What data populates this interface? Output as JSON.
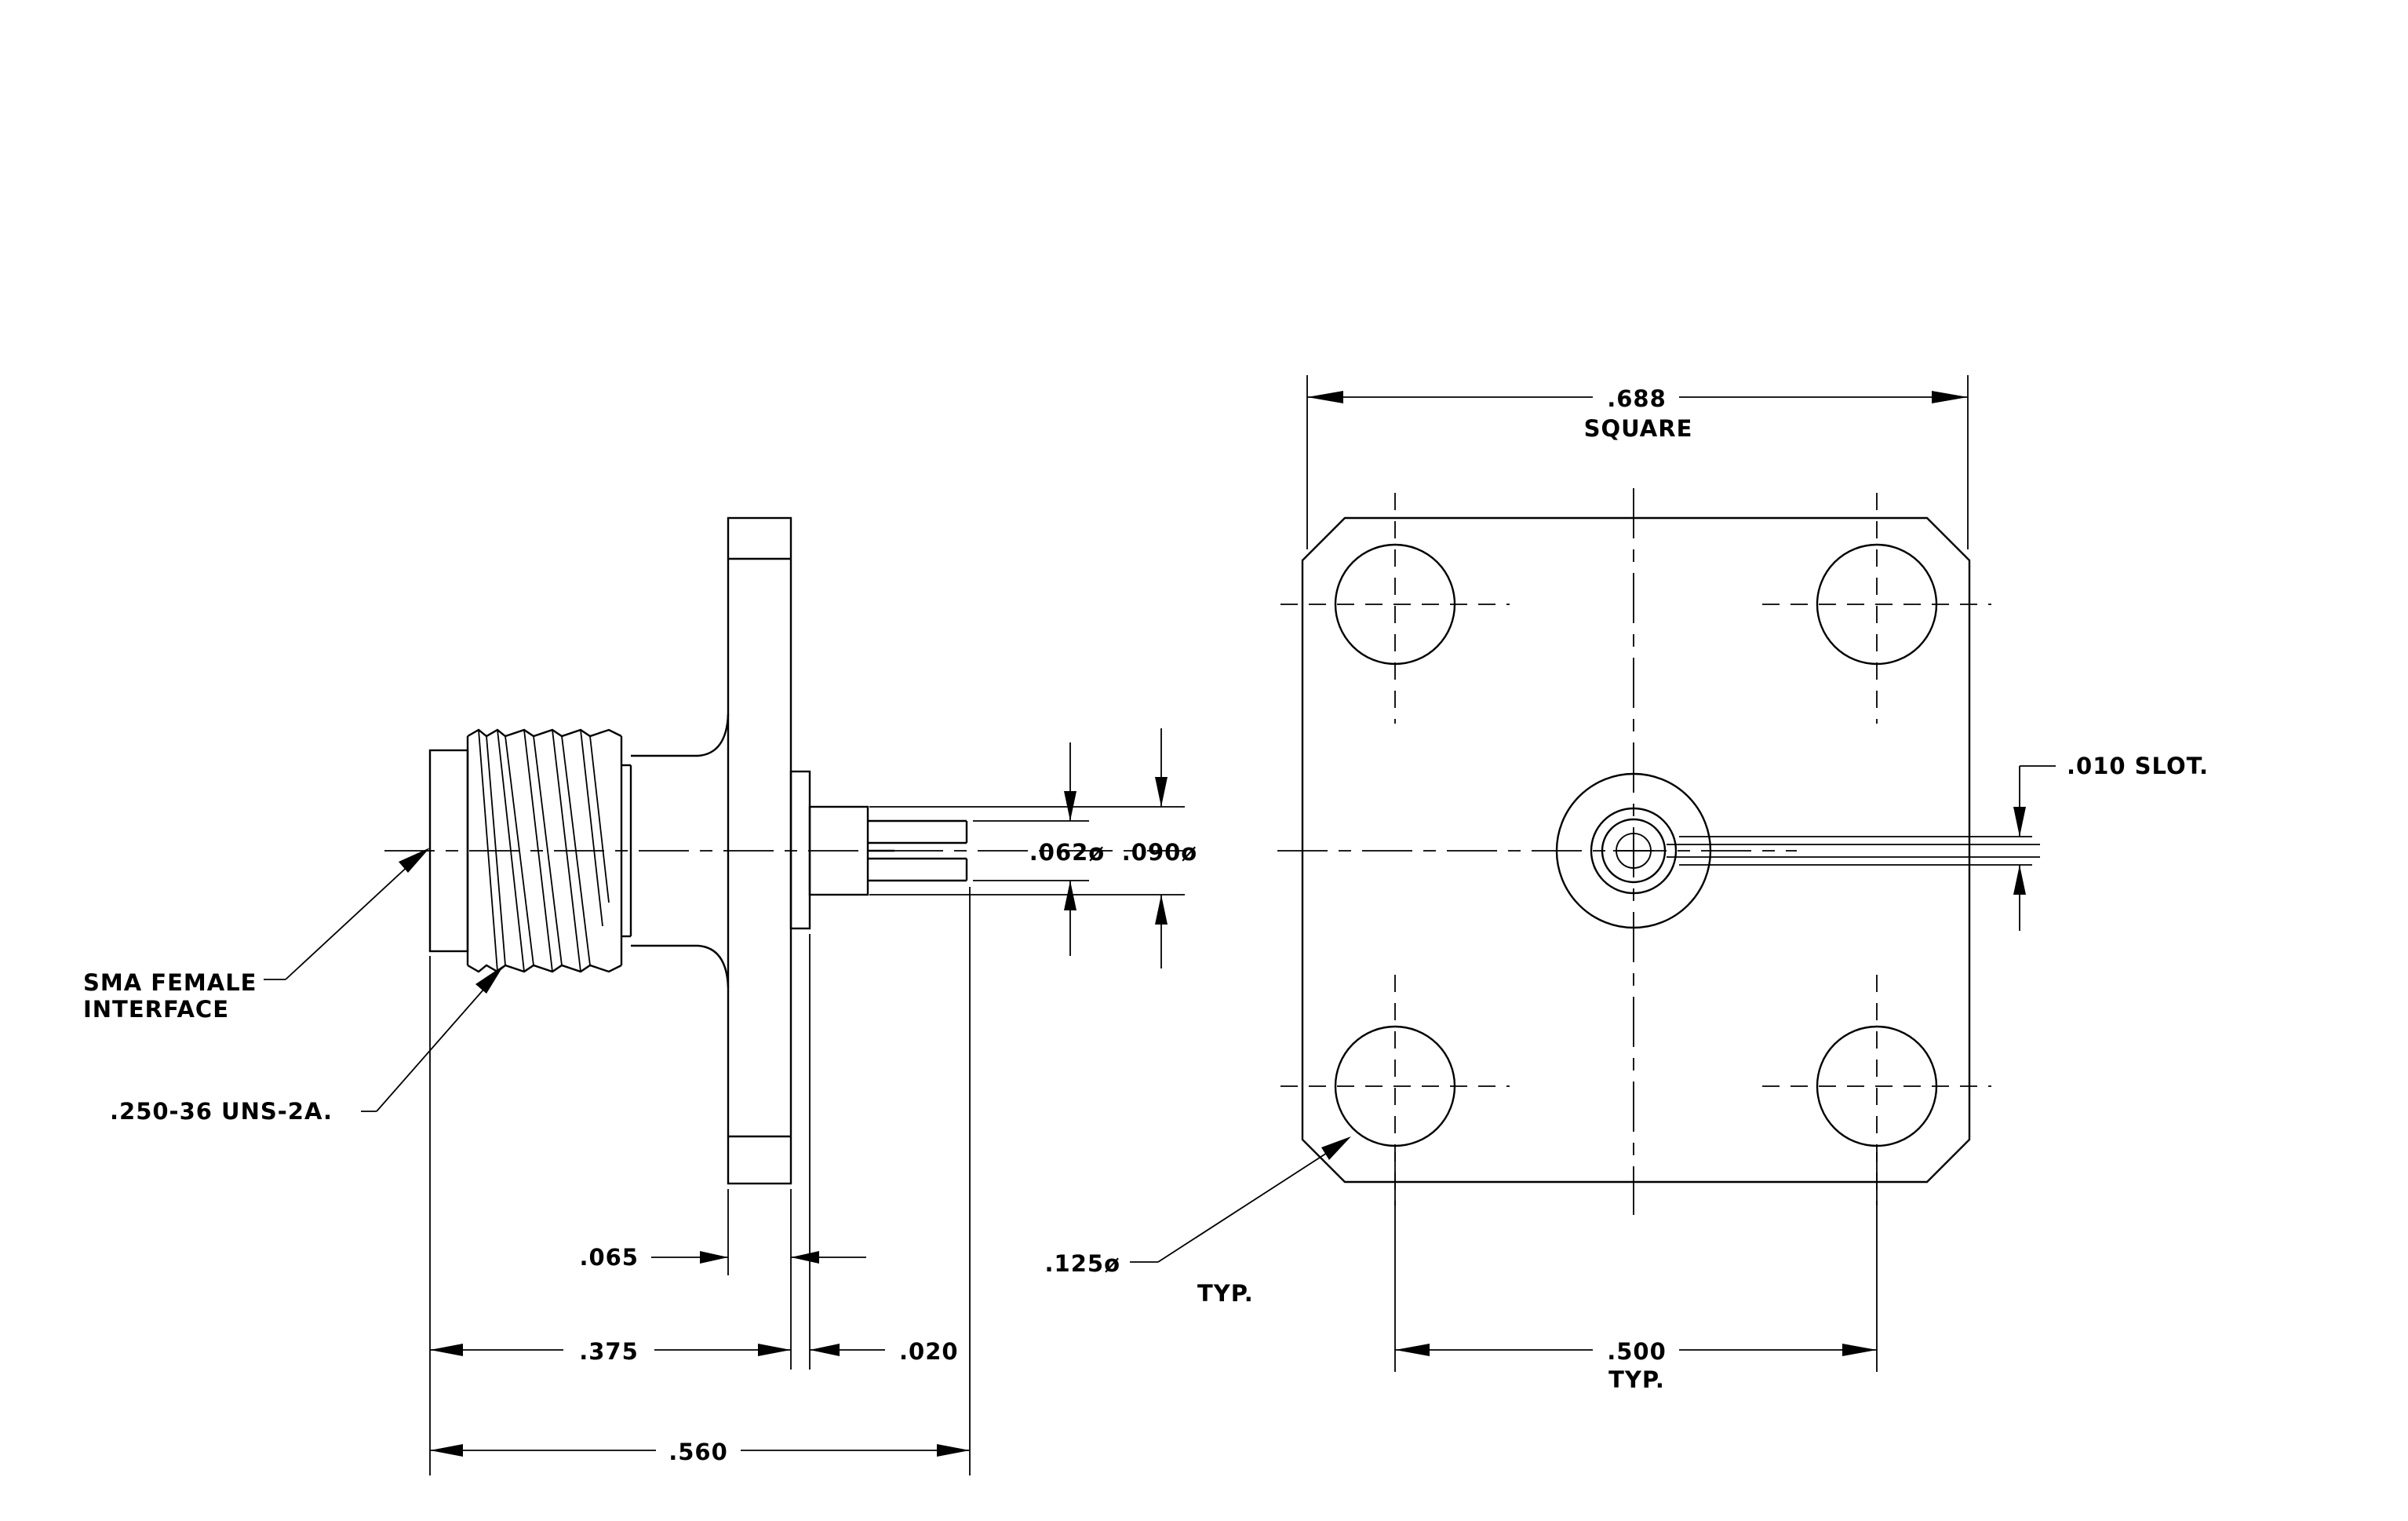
{
  "labels": {
    "square_dim": ".688",
    "square_word": "SQUARE",
    "slot_dim": ".010 SLOT.",
    "pin_dia_062": ".062ø",
    "pin_dia_090": ".090ø",
    "interface_line1": "SMA FEMALE",
    "interface_line2": "INTERFACE",
    "thread_spec": ".250-36 UNS-2A.",
    "flange_thk": ".065",
    "len_375": ".375",
    "len_020": ".020",
    "len_560": ".560",
    "hole_dia": ".125ø",
    "hole_typ": "TYP.",
    "spacing_dim": ".500",
    "spacing_typ": "TYP."
  }
}
